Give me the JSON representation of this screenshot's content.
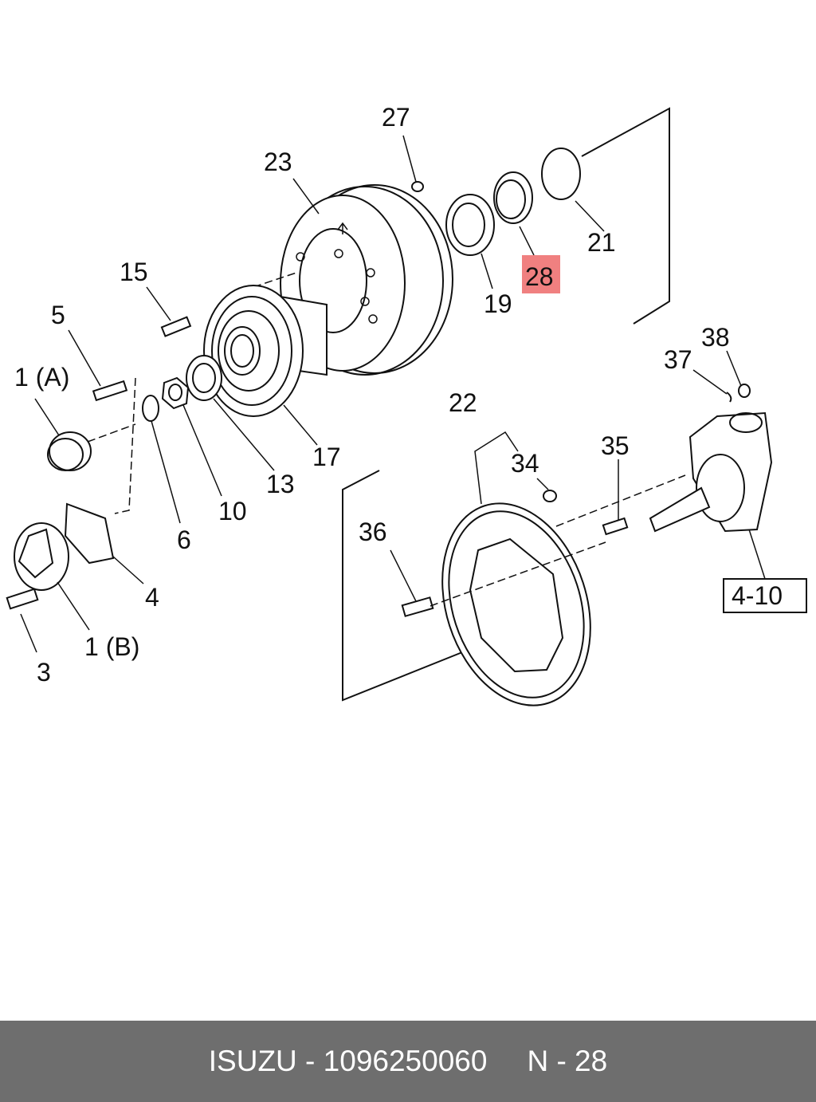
{
  "callouts": {
    "c27": "27",
    "c23": "23",
    "c21": "21",
    "c28": "28",
    "c19": "19",
    "c15": "15",
    "c5": "5",
    "c1a": "1 (A)",
    "c13": "13",
    "c17": "17",
    "c10": "10",
    "c6": "6",
    "c4": "4",
    "c1b": "1 (B)",
    "c3": "3",
    "c22": "22",
    "c34": "34",
    "c35": "35",
    "c36": "36",
    "c37": "37",
    "c38": "38",
    "c410": "4-10"
  },
  "highlight": {
    "part": "28",
    "color": "#f08080"
  },
  "footer": {
    "brand_part": "ISUZU - 1096250060",
    "page_ref": "N - 28",
    "background": "#6e6e6e"
  }
}
